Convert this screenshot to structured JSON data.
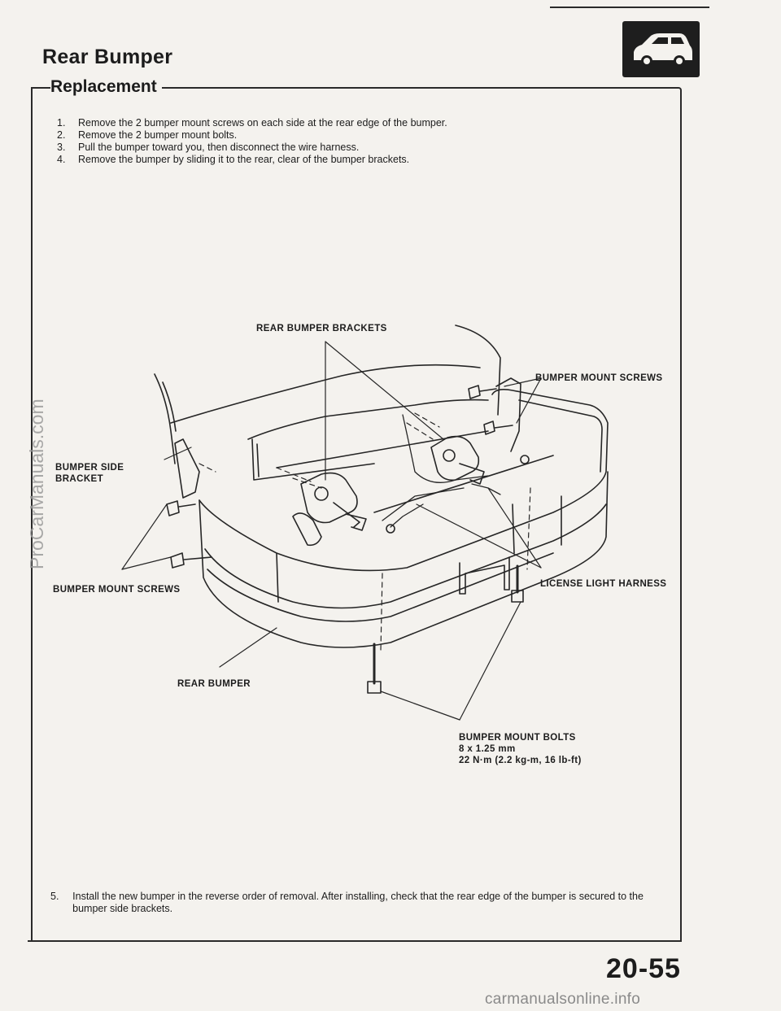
{
  "header": {
    "title": "Rear Bumper",
    "section": "Replacement",
    "vehicle_icon": "hatchback-car-icon"
  },
  "steps": [
    {
      "num": "1.",
      "text": "Remove the 2 bumper mount screws on each side at the rear edge of the bumper."
    },
    {
      "num": "2.",
      "text": "Remove the 2 bumper mount bolts."
    },
    {
      "num": "3.",
      "text": "Pull the bumper toward you, then disconnect the wire harness."
    },
    {
      "num": "4.",
      "text": "Remove the bumper by sliding it to the rear, clear of the bumper brackets."
    }
  ],
  "diagram": {
    "labels": {
      "rear_bumper_brackets": "REAR BUMPER BRACKETS",
      "mount_screws_upper": "BUMPER MOUNT SCREWS",
      "side_bracket_1": "BUMPER SIDE",
      "side_bracket_2": "BRACKET",
      "mount_screws_lower": "BUMPER MOUNT SCREWS",
      "license_harness": "LICENSE LIGHT HARNESS",
      "rear_bumper": "REAR BUMPER",
      "bolts_title": "BUMPER MOUNT BOLTS",
      "bolts_size": "8 x 1.25 mm",
      "bolts_torque": "22 N·m (2.2 kg-m, 16 lb-ft)"
    }
  },
  "step5": {
    "num": "5.",
    "text": "Install the new bumper in the reverse order of removal. After installing, check that the rear edge of the bumper is secured to the bumper side brackets."
  },
  "page_number": "20-55",
  "watermarks": {
    "side": "ProCarManuals.com",
    "bottom": "carmanualsonline.info"
  }
}
